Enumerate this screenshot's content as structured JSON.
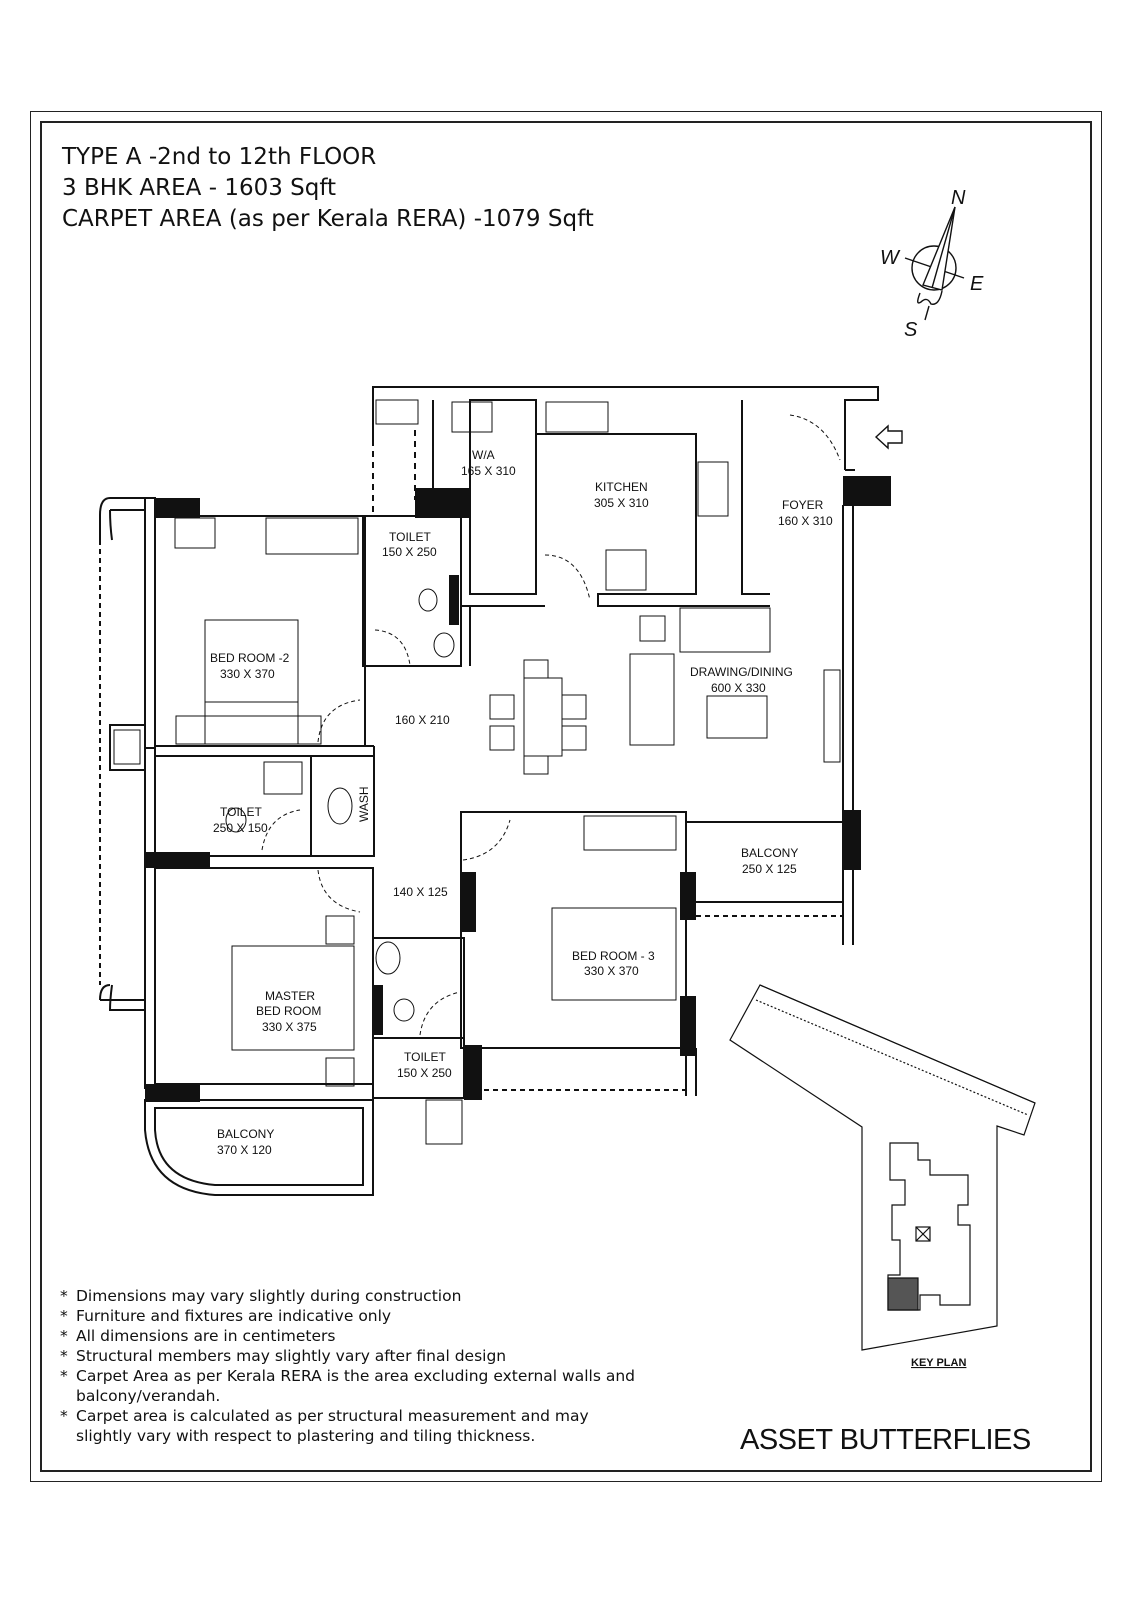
{
  "header": {
    "line1": "TYPE A -2nd to 12th FLOOR",
    "line2": "3 BHK AREA - 1603 Sqft",
    "line3": "CARPET AREA (as per Kerala RERA) -1079 Sqft"
  },
  "compass": {
    "north": "N",
    "south": "S",
    "east": "E",
    "west": "W"
  },
  "rooms": {
    "wa": {
      "name": "W/A",
      "size": "165 X 310"
    },
    "kitchen": {
      "name": "KITCHEN",
      "size": "305 X 310"
    },
    "foyer": {
      "name": "FOYER",
      "size": "160 X 310"
    },
    "toilet1": {
      "name": "TOILET",
      "size": "150 X 250"
    },
    "bedroom2": {
      "name": "BED ROOM -2",
      "size": "330 X 370"
    },
    "drawing": {
      "name": "DRAWING/DINING",
      "size": "600 X 330"
    },
    "passage1": {
      "size": "160 X 210"
    },
    "toilet2": {
      "name": "TOILET",
      "size": "250 X 150"
    },
    "wash": {
      "name": "WASH"
    },
    "balcony1": {
      "name": "BALCONY",
      "size": "250 X 125"
    },
    "passage2": {
      "size": "140 X 125"
    },
    "bedroom3": {
      "name": "BED ROOM - 3",
      "size": "330 X 370"
    },
    "master": {
      "name1": "MASTER",
      "name2": "BED ROOM",
      "size": "330 X 375"
    },
    "toilet3": {
      "name": "TOILET",
      "size": "150 X 250"
    },
    "balcony2": {
      "name": "BALCONY",
      "size": "370 X 120"
    }
  },
  "notes": [
    "Dimensions may vary slightly during construction",
    "Furniture and fixtures are indicative only",
    "All dimensions are in centimeters",
    "Structural members may slightly vary after final design",
    "Carpet Area as per Kerala RERA is the area excluding external walls and balcony/verandah.",
    "Carpet area is calculated as per structural measurement and may slightly vary with respect to plastering and tiling thickness."
  ],
  "key_plan": {
    "label": "KEY PLAN"
  },
  "brand": "ASSET BUTTERFLIES"
}
